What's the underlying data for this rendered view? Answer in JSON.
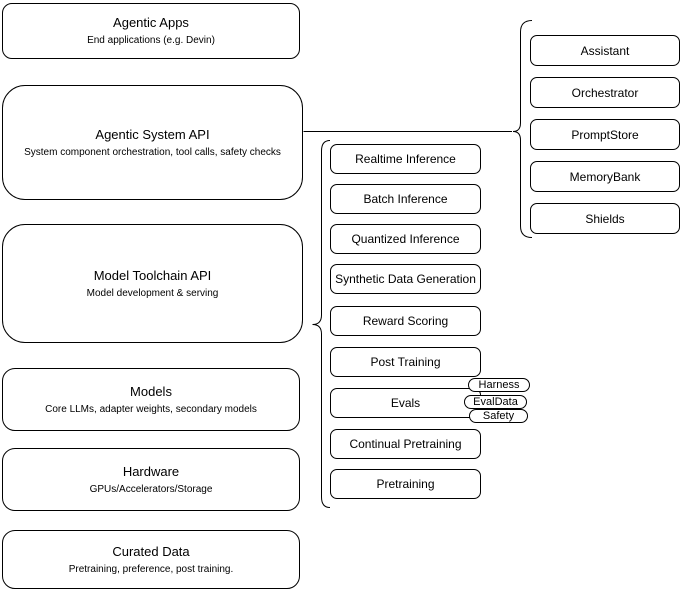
{
  "colors": {
    "stroke": "#000000",
    "fill": "#ffffff",
    "text": "#000000"
  },
  "layers": [
    {
      "id": "agentic-apps",
      "title": "Agentic Apps",
      "subtitle": "End applications (e.g. Devin)"
    },
    {
      "id": "agentic-system-api",
      "title": "Agentic System API",
      "subtitle": "System component orchestration, tool calls, safety checks"
    },
    {
      "id": "model-toolchain-api",
      "title": "Model Toolchain API",
      "subtitle": "Model development & serving"
    },
    {
      "id": "models",
      "title": "Models",
      "subtitle": "Core LLMs, adapter weights, secondary models"
    },
    {
      "id": "hardware",
      "title": "Hardware",
      "subtitle": "GPUs/Accelerators/Storage"
    },
    {
      "id": "curated-data",
      "title": "Curated Data",
      "subtitle": "Pretraining, preference, post training."
    }
  ],
  "toolchain_items": [
    {
      "label": "Realtime Inference"
    },
    {
      "label": "Batch Inference"
    },
    {
      "label": "Quantized Inference"
    },
    {
      "label": "Synthetic Data Generation"
    },
    {
      "label": "Reward Scoring"
    },
    {
      "label": "Post Training"
    },
    {
      "label": "Evals"
    },
    {
      "label": "Continual Pretraining"
    },
    {
      "label": "Pretraining"
    }
  ],
  "system_components": [
    {
      "label": "Assistant"
    },
    {
      "label": "Orchestrator"
    },
    {
      "label": "PromptStore"
    },
    {
      "label": "MemoryBank"
    },
    {
      "label": "Shields"
    }
  ],
  "eval_tags": [
    {
      "label": "Harness"
    },
    {
      "label": "EvalData"
    },
    {
      "label": "Safety"
    }
  ]
}
